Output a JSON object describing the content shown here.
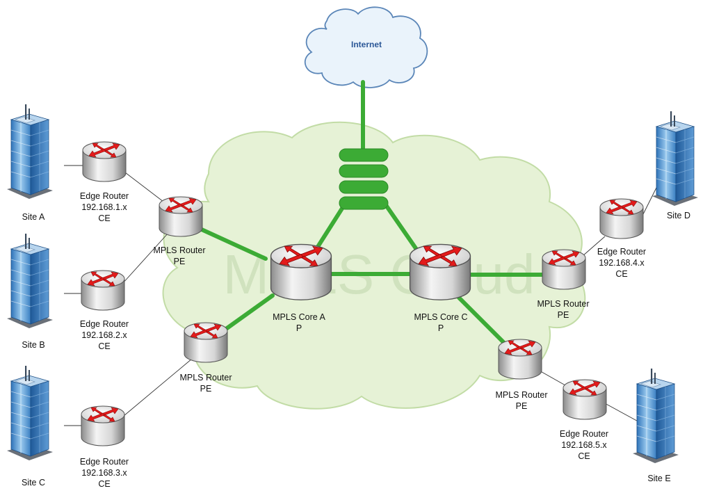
{
  "colors": {
    "link_green": "#3cab35",
    "cloud_fill": "#e6f2d6",
    "cloud_stroke": "#c2dca6",
    "internet_fill": "#eaf3fb",
    "internet_stroke": "#5b86b8",
    "internet_text": "#2b5797",
    "arrow_red": "#e31b1b"
  },
  "internet": {
    "label": "Internet"
  },
  "mpls_cloud": {
    "label": "MPLS Cloud"
  },
  "core_routers": [
    {
      "name": "MPLS Core A",
      "role": "P"
    },
    {
      "name": "MPLS Core C",
      "role": "P"
    }
  ],
  "pe_routers": [
    {
      "name": "MPLS Router",
      "role": "PE"
    },
    {
      "name": "MPLS Router",
      "role": "PE"
    },
    {
      "name": "MPLS Router",
      "role": "PE"
    },
    {
      "name": "MPLS Router",
      "role": "PE"
    }
  ],
  "edge_routers": [
    {
      "name": "Edge Router",
      "subnet": "192.168.1.x",
      "role": "CE"
    },
    {
      "name": "Edge Router",
      "subnet": "192.168.2.x",
      "role": "CE"
    },
    {
      "name": "Edge Router",
      "subnet": "192.168.3.x",
      "role": "CE"
    },
    {
      "name": "Edge Router",
      "subnet": "192.168.4.x",
      "role": "CE"
    },
    {
      "name": "Edge Router",
      "subnet": "192.168.5.x",
      "role": "CE"
    }
  ],
  "sites": [
    {
      "name": "Site A"
    },
    {
      "name": "Site B"
    },
    {
      "name": "Site C"
    },
    {
      "name": "Site D"
    },
    {
      "name": "Site E"
    }
  ]
}
